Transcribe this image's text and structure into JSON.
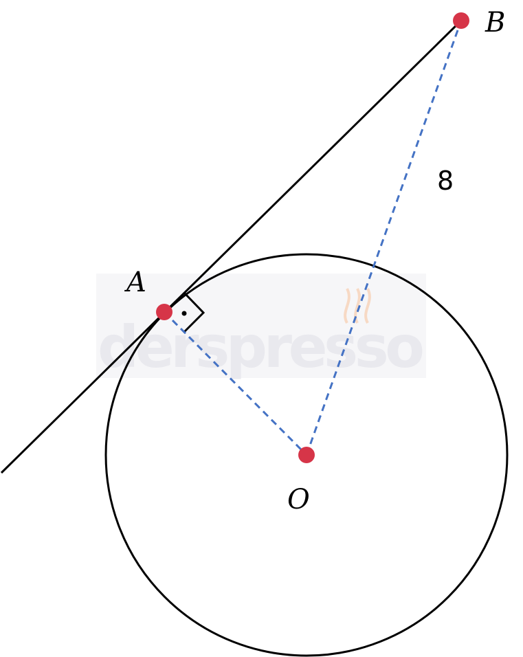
{
  "diagram": {
    "points": {
      "A": {
        "label": "A"
      },
      "B": {
        "label": "B"
      },
      "O": {
        "label": "O"
      }
    },
    "segment_OB_length_label": "8",
    "watermark": {
      "text": "derspresso"
    }
  },
  "colors": {
    "background": "#ffffff",
    "line": "#000000",
    "dashed": "#4472c4",
    "point": "#d63548",
    "watermark_text": "#e9e9ee",
    "watermark_box": "#f6f6f8",
    "watermark_flame": "#f7d9c4"
  }
}
